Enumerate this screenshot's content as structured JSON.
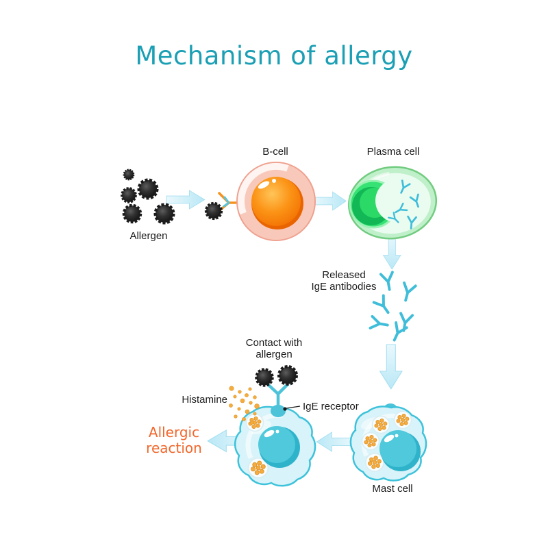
{
  "title": "Mechanism of allergy",
  "nodes": {
    "allergen": {
      "label": "Allergen"
    },
    "b_cell": {
      "label": "B-cell"
    },
    "plasma_cell": {
      "label": "Plasma cell"
    },
    "released_ige": {
      "line1": "Released",
      "line2": "IgE antibodies"
    },
    "mast_cell": {
      "label": "Mast cell"
    },
    "contact": {
      "line1": "Contact with",
      "line2": "allergen"
    },
    "histamine": {
      "label": "Histamine"
    },
    "ige_receptor": {
      "label": "IgE receptor"
    },
    "allergic_reaction": {
      "line1": "Allergic",
      "line2": "reaction"
    }
  },
  "colors": {
    "title_text": "#1b9fb4",
    "label_text": "#1a1a1a",
    "allergic_reaction_text": "#f2672b",
    "arrow_fill": "#cfeef9",
    "antibody": "#3fbdd9",
    "allergen_ball": "#1e1e1e",
    "b_cell_body": "#f8c9ba",
    "b_cell_nucleus": "#fb8c00",
    "b_cell_receptor": "#f59322",
    "plasma_cell_body": "#eafbf0",
    "plasma_cell_nucleus": "#2bd967",
    "mast_cell_body": "#d8f3f9",
    "mast_cell_nucleus": "#4cc8da",
    "granule_dot": "#f5ab3d"
  },
  "flow": [
    "Allergen",
    "B-cell",
    "Plasma cell",
    "Released IgE antibodies",
    "Mast cell",
    "Contact with allergen",
    "Histamine",
    "Allergic reaction"
  ]
}
